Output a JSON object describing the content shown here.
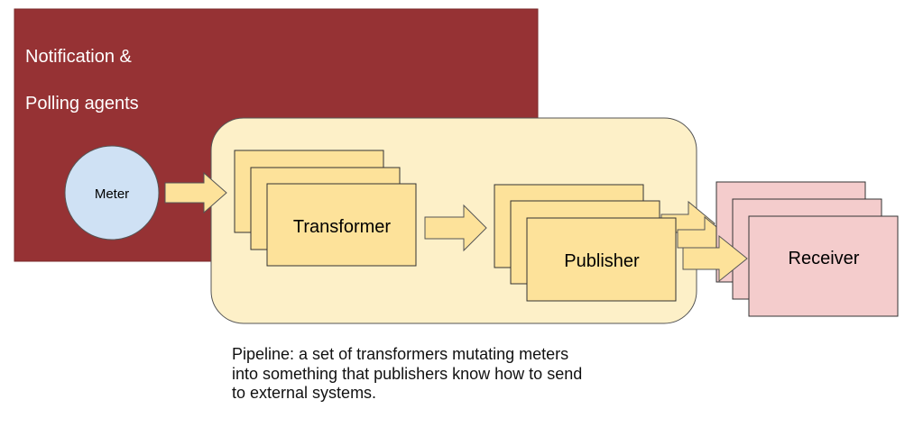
{
  "agents": {
    "label_line1": "Notification &",
    "label_line2": "Polling agents"
  },
  "meter": {
    "label": "Meter"
  },
  "transformer": {
    "label": "Transformer"
  },
  "publisher": {
    "label": "Publisher"
  },
  "receiver": {
    "label": "Receiver"
  },
  "caption": {
    "line1": "Pipeline: a set of transformers mutating meters",
    "line2": "into something that publishers know how to send",
    "line3": "to external systems."
  },
  "colors": {
    "agents_fill": "#963234",
    "pipeline_fill": "#fdf0c8",
    "box_fill": "#fde29a",
    "meter_fill": "#cfe1f4",
    "receiver_fill": "#f4cccc",
    "arrow_fill": "#fde29a",
    "stroke": "#000000"
  }
}
